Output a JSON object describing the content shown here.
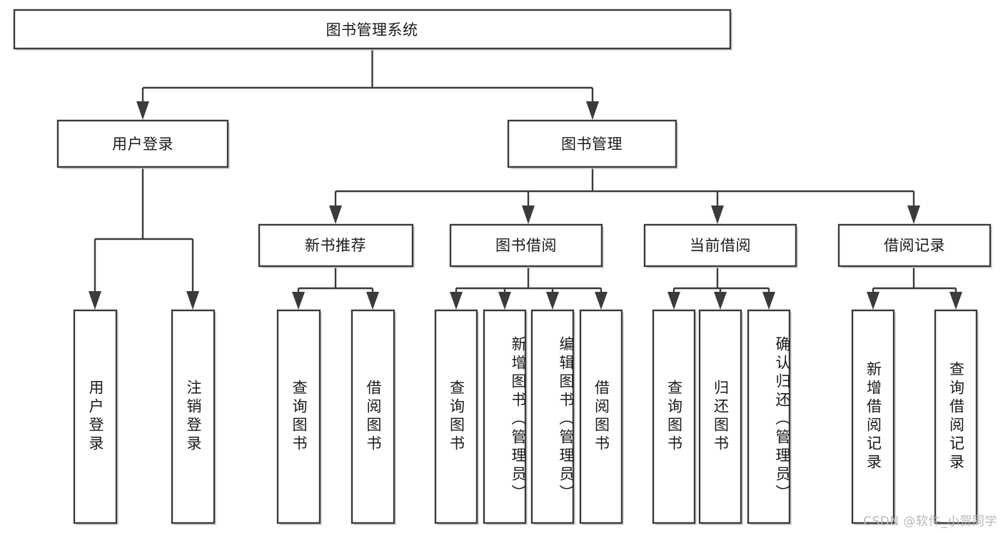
{
  "diagram": {
    "title": "图书管理系统",
    "type": "tree-hierarchy-diagram",
    "orientation": "top-down",
    "colors": {
      "box_stroke": "#3b3b3b",
      "box_fill": "#ffffff",
      "connector": "#3b3b3b",
      "text": "#1a1a1a",
      "background": "#ffffff",
      "watermark": "#b8b8b8"
    }
  },
  "root": {
    "label": "图书管理系统"
  },
  "level2": [
    {
      "label": "用户登录"
    },
    {
      "label": "图书管理"
    }
  ],
  "level3": [
    {
      "label": "新书推荐"
    },
    {
      "label": "图书借阅"
    },
    {
      "label": "当前借阅"
    },
    {
      "label": "借阅记录"
    }
  ],
  "leaves": {
    "user_login": [
      {
        "label": "用户登录"
      },
      {
        "label": "注销登录"
      }
    ],
    "new_book_recommend": [
      {
        "label": "查询图书"
      },
      {
        "label": "借阅图书"
      }
    ],
    "book_borrow": [
      {
        "label": "查询图书"
      },
      {
        "label": "新增图书（管理员）"
      },
      {
        "label": "编辑图书（管理员）"
      },
      {
        "label": "借阅图书"
      }
    ],
    "current_borrow": [
      {
        "label": "查询图书"
      },
      {
        "label": "归还图书"
      },
      {
        "label": "确认归还（管理员）"
      }
    ],
    "borrow_record": [
      {
        "label": "新增借阅记录"
      },
      {
        "label": "查询借阅记录"
      }
    ]
  },
  "watermark": {
    "text": "CSDN @软件_小贺同学"
  }
}
